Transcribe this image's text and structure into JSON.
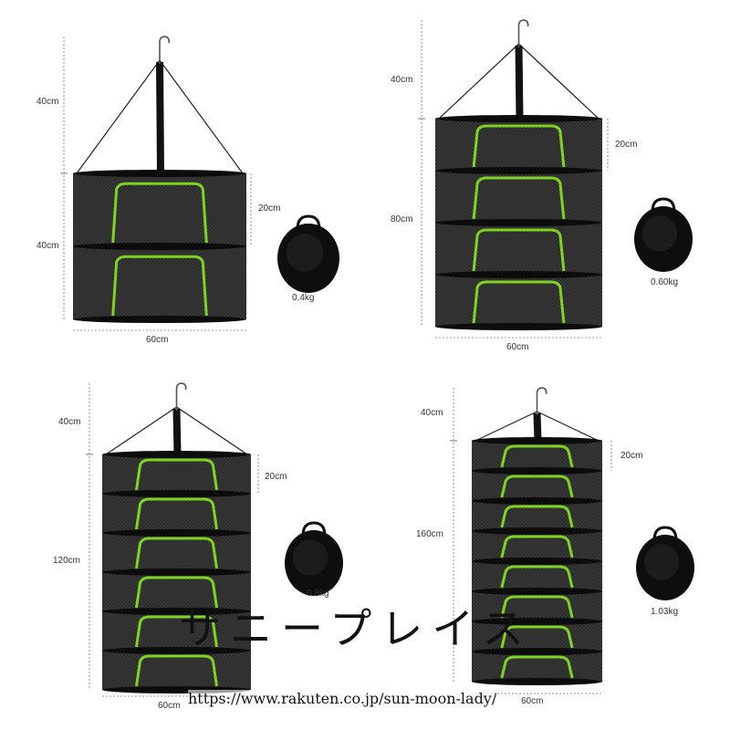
{
  "colors": {
    "net": "#2a2a2a",
    "rim": "#0c0c0c",
    "zipper": "#7ed321",
    "dim": "#777777"
  },
  "products": [
    {
      "tiers": 2,
      "labels": {
        "hang": "40cm",
        "tier": "20cm",
        "body": "40cm",
        "width": "60cm",
        "weight": "0.4kg"
      }
    },
    {
      "tiers": 4,
      "labels": {
        "hang": "40cm",
        "tier": "20cm",
        "body": "80cm",
        "width": "60cm",
        "weight": "0.60kg"
      }
    },
    {
      "tiers": 6,
      "labels": {
        "hang": "40cm",
        "tier": "20cm",
        "body": "120cm",
        "width": "60cm",
        "weight": "0.8kg"
      }
    },
    {
      "tiers": 8,
      "labels": {
        "hang": "40cm",
        "tier": "20cm",
        "body": "160cm",
        "width": "60cm",
        "weight": "1.03kg"
      }
    }
  ],
  "watermark": {
    "shop_name": "サニープレイス",
    "url": "https://www.rakuten.co.jp/sun-moon-lady/"
  }
}
